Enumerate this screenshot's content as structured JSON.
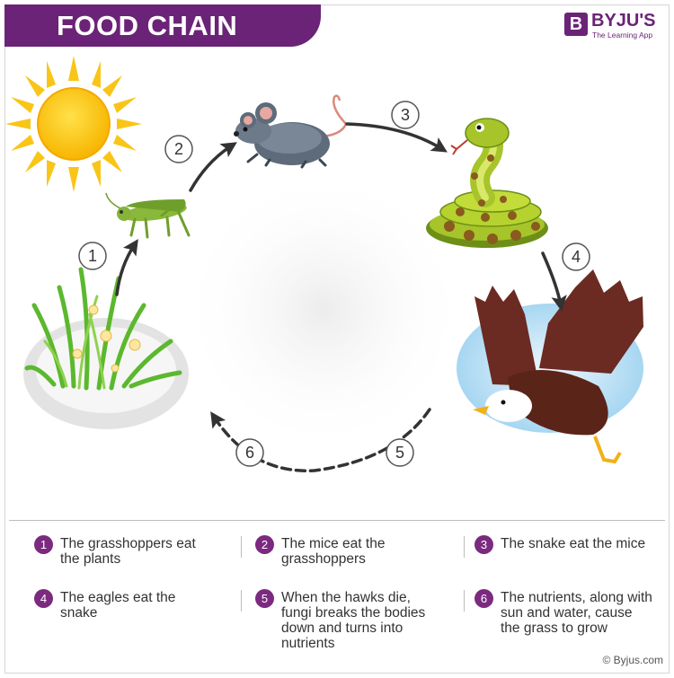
{
  "title": "FOOD CHAIN",
  "logo": {
    "mark": "B",
    "name": "BYJU'S",
    "tagline": "The Learning App"
  },
  "arrows": [
    {
      "number": "1",
      "from": "grass",
      "to": "grasshopper"
    },
    {
      "number": "2",
      "from": "grasshopper",
      "to": "mouse"
    },
    {
      "number": "3",
      "from": "mouse",
      "to": "snake"
    },
    {
      "number": "4",
      "from": "snake",
      "to": "eagle"
    },
    {
      "number": "5",
      "from": "eagle",
      "to": "decomposition"
    },
    {
      "number": "6",
      "from": "decomposition",
      "to": "grass"
    }
  ],
  "legend": [
    {
      "number": "1",
      "text": "The grasshoppers eat the plants"
    },
    {
      "number": "2",
      "text": "The mice eat the grasshoppers"
    },
    {
      "number": "3",
      "text": "The snake eat the mice"
    },
    {
      "number": "4",
      "text": "The eagles eat the snake"
    },
    {
      "number": "5",
      "text": "When the hawks die, fungi breaks the bodies down and turns into nutrients"
    },
    {
      "number": "6",
      "text": "The nutrients, along with sun and water, cause the grass to grow"
    }
  ],
  "copyright": "© Byjus.com",
  "colors": {
    "brand": "#6b2377",
    "legend_badge": "#7b2a7f",
    "arrow": "#333333"
  }
}
